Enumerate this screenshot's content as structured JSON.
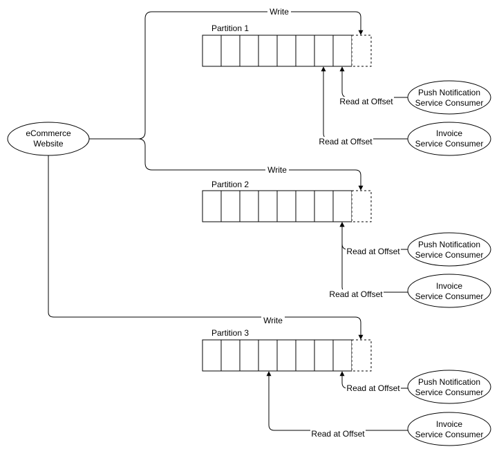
{
  "source": {
    "line1": "eCommerce",
    "line2": "Website"
  },
  "edge_labels": {
    "write": "Write",
    "read": "Read at Offset"
  },
  "partitions": [
    {
      "title": "Partition 1",
      "consumers": [
        {
          "line1": "Push Notification",
          "line2": "Service Consumer"
        },
        {
          "line1": "Invoice",
          "line2": "Service Consumer"
        }
      ]
    },
    {
      "title": "Partition 2",
      "consumers": [
        {
          "line1": "Push Notification",
          "line2": "Service Consumer"
        },
        {
          "line1": "Invoice",
          "line2": "Service Consumer"
        }
      ]
    },
    {
      "title": "Partition 3",
      "consumers": [
        {
          "line1": "Push Notification",
          "line2": "Service Consumer"
        },
        {
          "line1": "Invoice",
          "line2": "Service Consumer"
        }
      ]
    }
  ],
  "colors": {
    "stroke": "#000000",
    "background": "#ffffff"
  }
}
